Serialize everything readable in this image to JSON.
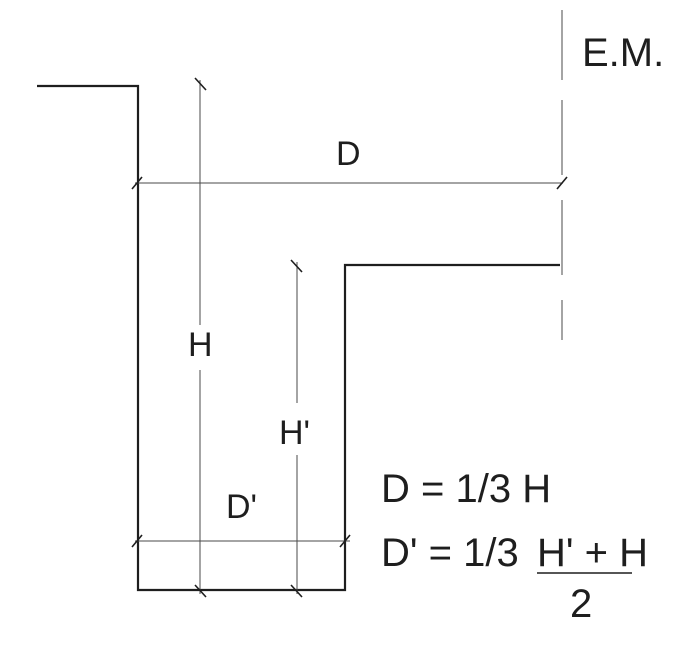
{
  "labels": {
    "axis": "E.M.",
    "d": "D",
    "h": "H",
    "h_prime": "H'",
    "d_prime": "D'"
  },
  "formulas": {
    "line1": "D = 1/3 H",
    "line2_prefix": "D' = 1/3",
    "line2_numerator": "H' + H",
    "line2_denominator": "2"
  }
}
